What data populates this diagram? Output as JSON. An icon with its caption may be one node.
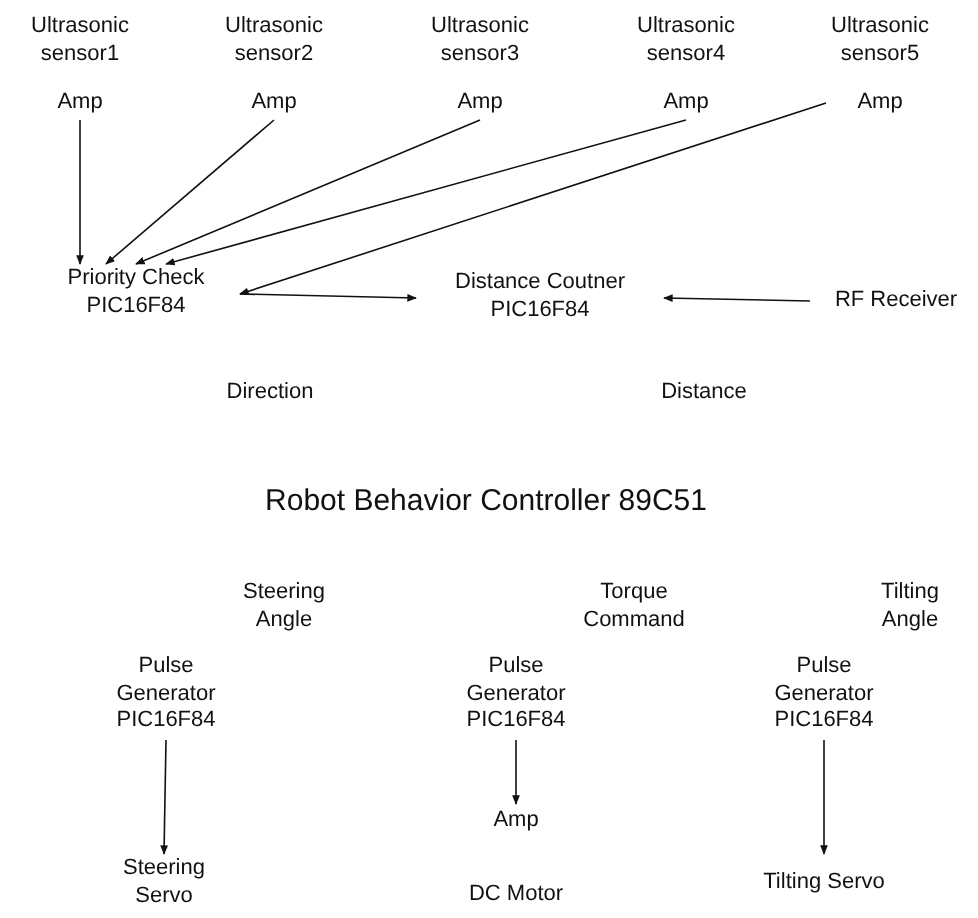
{
  "diagram": {
    "nodes": [
      {
        "text": [
          "Ultrasonic sensor1"
        ]
      },
      {
        "text": [
          "Ultrasonic sensor2"
        ]
      },
      {
        "text": [
          "Ultrasonic sensor3"
        ]
      },
      {
        "text": [
          "Ultrasonic sensor4"
        ]
      },
      {
        "text": [
          "Ultrasonic sensor5"
        ]
      },
      {
        "text": [
          "Amp"
        ]
      },
      {
        "text": [
          "Amp"
        ]
      },
      {
        "text": [
          "Amp"
        ]
      },
      {
        "text": [
          "Amp"
        ]
      },
      {
        "text": [
          "Amp"
        ]
      },
      {
        "text": [
          "Priority Check PIC16F84"
        ]
      },
      {
        "text": [
          "Distance Coutner PIC16F84"
        ]
      },
      {
        "text": [
          "RF Receiver"
        ]
      },
      {
        "text": [
          "Robot Behavior Controller 89C51"
        ]
      },
      {
        "text": [
          "Pulse Generator PIC16F84"
        ]
      },
      {
        "text": [
          "Pulse Generator PIC16F84"
        ]
      },
      {
        "text": [
          "Pulse Generator PIC16F84"
        ]
      },
      {
        "text": [
          "Amp"
        ]
      },
      {
        "text": [
          "Steering Servo"
        ]
      },
      {
        "text": [
          "DC Motor"
        ]
      },
      {
        "text": [
          "Tilting Servo"
        ]
      }
    ],
    "edges": [
      {
        "from": 5,
        "to": 10,
        "arrow": "to"
      },
      {
        "from": 6,
        "to": 10,
        "arrow": "to"
      },
      {
        "from": 7,
        "to": 10,
        "arrow": "to"
      },
      {
        "from": 8,
        "to": 10,
        "arrow": "to"
      },
      {
        "from": 9,
        "to": 10,
        "arrow": "to"
      },
      {
        "from": 10,
        "to": 11,
        "arrow": "to"
      },
      {
        "from": 12,
        "to": 11,
        "arrow": "to"
      },
      {
        "from": 15,
        "to": 17,
        "arrow": "to"
      },
      {
        "from": 14,
        "to": 18,
        "arrow": "to"
      },
      {
        "from": 16,
        "to": 20,
        "arrow": "to"
      }
    ],
    "labels": [
      "Direction",
      "Distance",
      "Steering Angle",
      "Torque Command",
      "Tilting Angle"
    ]
  }
}
